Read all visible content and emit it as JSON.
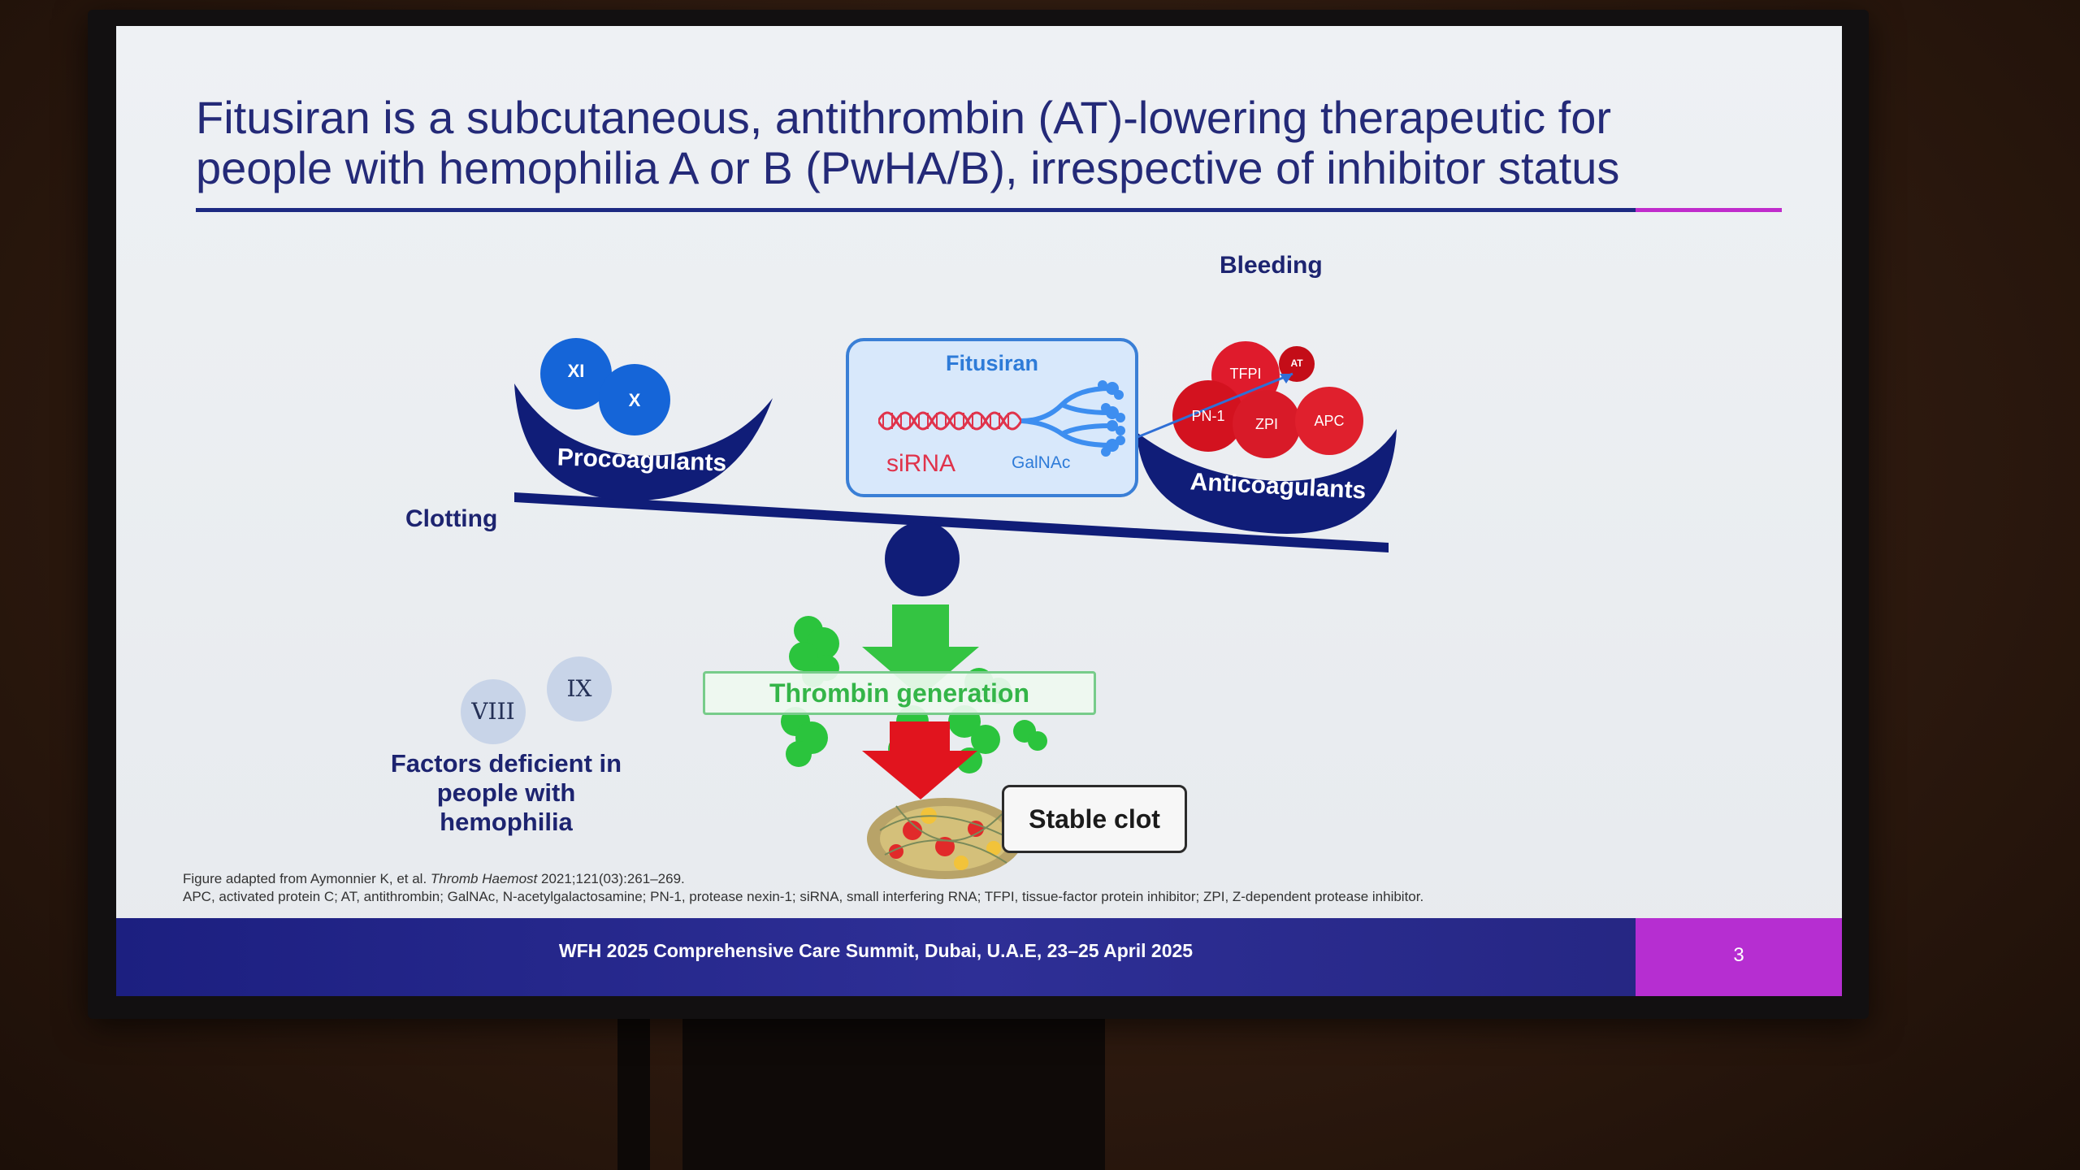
{
  "slide": {
    "title_line1": "Fitusiran is a subcutaneous, antithrombin (AT)-lowering therapeutic for",
    "title_line2": "people with hemophilia A or B (PwHA/B), irrespective of inhibitor status",
    "bleeding_label": "Bleeding",
    "clotting_label": "Clotting",
    "procoagulants": {
      "label": "Procoagulants",
      "factors": [
        "XI",
        "X"
      ]
    },
    "anticoagulants": {
      "label": "Anticoagulants",
      "factors": [
        "TFPI",
        "AT",
        "PN-1",
        "ZPI",
        "APC"
      ]
    },
    "fitusiran_box": {
      "title": "Fitusiran",
      "sirna_label": "siRNA",
      "galnac_label": "GalNAc"
    },
    "thrombin_generation": "Thrombin generation",
    "stable_clot": "Stable clot",
    "deficient_factors": [
      "VIII",
      "IX"
    ],
    "deficient_caption": [
      "Factors deficient in",
      "people with",
      "hemophilia"
    ],
    "footnote1_prefix": "Figure adapted from Aymonnier K, et al.",
    "footnote1_journal": "Thromb Haemost",
    "footnote1_suffix": "2021;121(03):261–269.",
    "footnote2": "APC, activated protein C; AT, antithrombin; GalNAc, N-acetylgalactosamine; PN-1, protease nexin-1; siRNA, small interfering RNA; TFPI, tissue-factor protein inhibitor; ZPI, Z-dependent protease inhibitor.",
    "footer_text": "WFH 2025 Comprehensive Care Summit, Dubai, U.A.E, 23–25 April 2025",
    "page_number": "3"
  },
  "colors": {
    "title": "#242a78",
    "procoagulant_blue": "#1565d8",
    "bowl_navy": "#101d78",
    "anticoagulant_red": "#df1b2c",
    "thrombin_green": "#34b548",
    "footer_accent": "#b62ed1"
  }
}
